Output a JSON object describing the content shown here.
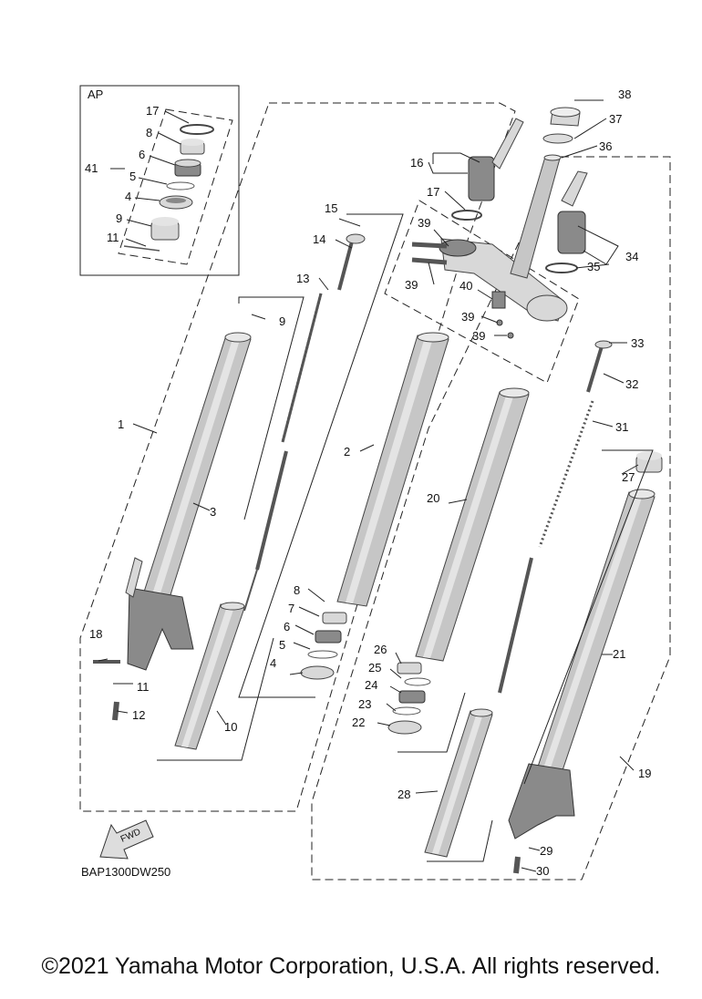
{
  "box_label": "AP",
  "diagram_code": "BAP1300DW250",
  "fwd_label": "FWD",
  "copyright": "©2021 Yamaha Motor Corporation, U.S.A. All rights reserved.",
  "callouts": {
    "ap_17": "17",
    "ap_8": "8",
    "ap_6": "6",
    "ap_5": "5",
    "ap_4": "4",
    "ap_9": "9",
    "ap_11": "11",
    "ap_41": "41",
    "n1": "1",
    "n2": "2",
    "n3": "3",
    "n4": "4",
    "n5": "5",
    "n6": "6",
    "n7": "7",
    "n8": "8",
    "n9": "9",
    "n10": "10",
    "n11": "11",
    "n12": "12",
    "n13": "13",
    "n14": "14",
    "n15": "15",
    "n16": "16",
    "n17": "17",
    "n18": "18",
    "n19": "19",
    "n20": "20",
    "n21": "21",
    "n22": "22",
    "n23": "23",
    "n24": "24",
    "n25": "25",
    "n26": "26",
    "n27": "27",
    "n28": "28",
    "n29": "29",
    "n30": "30",
    "n31": "31",
    "n32": "32",
    "n33": "33",
    "n34": "34",
    "n35": "35",
    "n36": "36",
    "n37": "37",
    "n38": "38",
    "n39a": "39",
    "n39b": "39",
    "n39c": "39",
    "n39d": "39",
    "n40": "40"
  }
}
